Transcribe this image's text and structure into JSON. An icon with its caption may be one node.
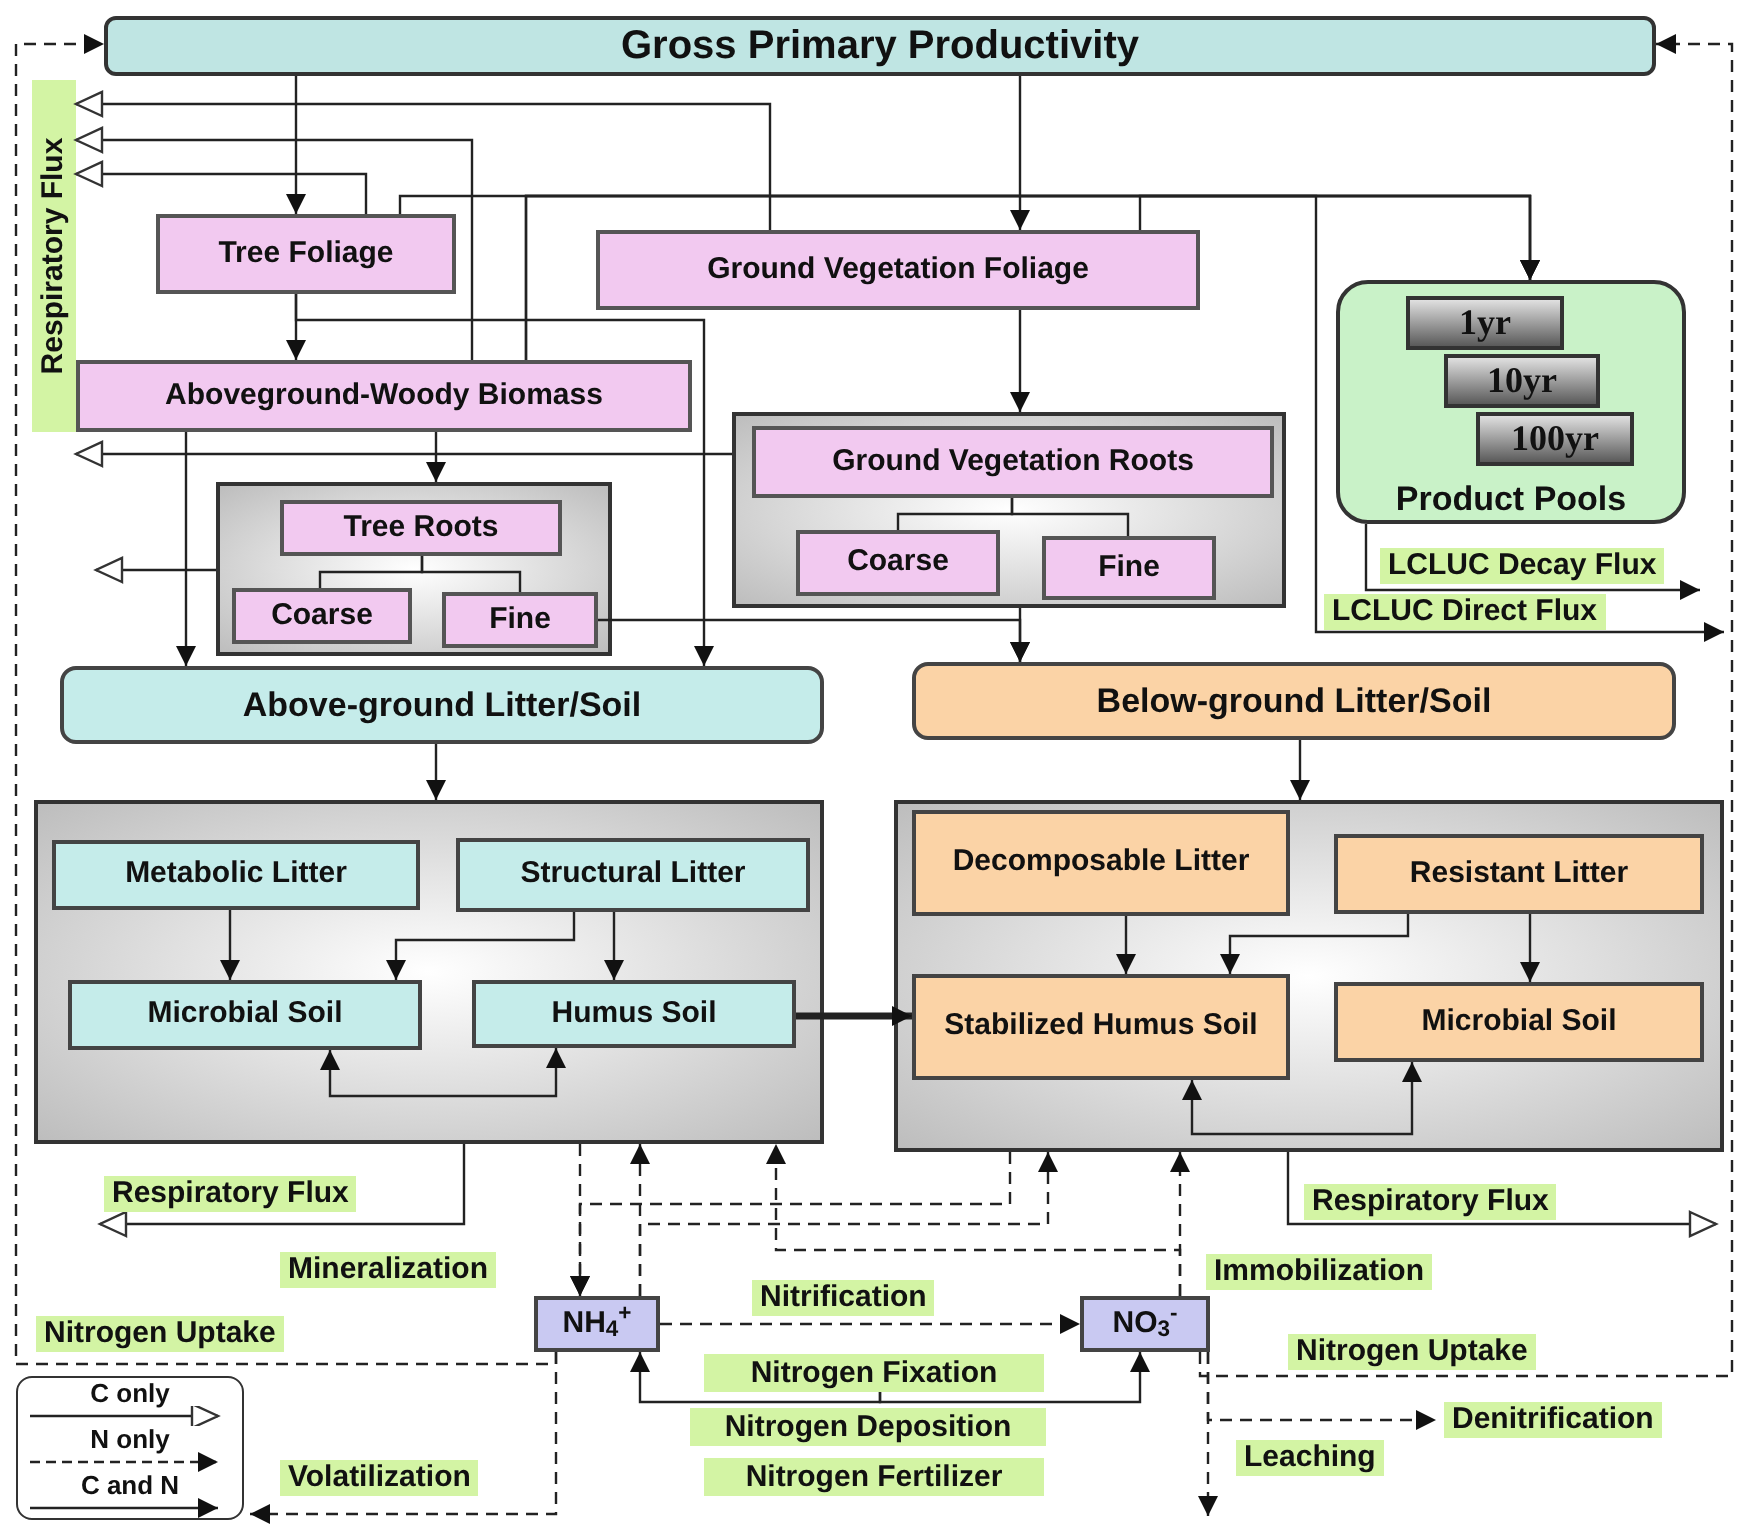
{
  "diagram": {
    "nodes": [
      {
        "text": [
          "Gross Primary Productivity"
        ]
      },
      {
        "text": [
          "Tree Foliage"
        ]
      },
      {
        "text": [
          "Ground Vegetation Foliage"
        ]
      },
      {
        "text": [
          "Aboveground-Woody Biomass"
        ]
      },
      {
        "text": [],
        "shape": "box"
      },
      {
        "text": [
          "Tree Roots"
        ],
        "in": 4
      },
      {
        "text": [
          "Coarse"
        ],
        "in": 4
      },
      {
        "text": [
          "Fine"
        ],
        "in": 4
      },
      {
        "text": [],
        "shape": "box"
      },
      {
        "text": [
          "Ground Vegetation Roots"
        ],
        "in": 8
      },
      {
        "text": [
          "Coarse"
        ],
        "in": 8
      },
      {
        "text": [
          "Fine"
        ],
        "in": 8
      },
      {
        "text": [
          "Product Pools"
        ]
      },
      {
        "text": [
          "1yr"
        ],
        "in": 12
      },
      {
        "text": [
          "10yr"
        ],
        "in": 12
      },
      {
        "text": [
          "100yr"
        ],
        "in": 12
      },
      {
        "text": [
          "Above-ground Litter/Soil"
        ]
      },
      {
        "text": [
          "Below-ground Litter/Soil"
        ]
      },
      {
        "text": [],
        "shape": "box"
      },
      {
        "text": [
          "Metabolic Litter"
        ],
        "in": 18
      },
      {
        "text": [
          "Structural Litter"
        ],
        "in": 18
      },
      {
        "text": [
          "Microbial Soil"
        ],
        "in": 18
      },
      {
        "text": [
          "Humus Soil"
        ],
        "in": 18
      },
      {
        "text": [],
        "shape": "box"
      },
      {
        "text": [
          "Decomposable Litter"
        ],
        "in": 23
      },
      {
        "text": [
          "Resistant Litter"
        ],
        "in": 23
      },
      {
        "text": [
          "Stabilized Humus Soil"
        ],
        "in": 23
      },
      {
        "text": [
          "Microbial Soil"
        ],
        "in": 23
      },
      {
        "text": [
          "NH$_{4}$$^{+}$"
        ]
      },
      {
        "text": [
          "NO$_{3}$$^{-}$"
        ]
      },
      {
        "text": [
          "Respiratory Flux"
        ]
      },
      {
        "text": [
          "Nitrogen Fixation"
        ]
      },
      {
        "text": [
          "Nitrogen Deposition"
        ]
      },
      {
        "text": [
          "Nitrogen Fertilizer"
        ]
      }
    ],
    "edges": [
      {
        "from": 0,
        "to": 1,
        "arrow": "to"
      },
      {
        "from": 0,
        "to": 2,
        "arrow": "to"
      },
      {
        "from": 1,
        "to": 3,
        "arrow": "to"
      },
      {
        "from": 2,
        "to": 8,
        "arrow": "to"
      },
      {
        "from": 3,
        "to": 4,
        "arrow": "to"
      },
      {
        "from": 1,
        "to": 12,
        "arrow": "to"
      },
      {
        "from": 2,
        "to": 12,
        "arrow": "to"
      },
      {
        "from": 3,
        "to": 12,
        "arrow": "to"
      },
      {
        "from": 3,
        "to": null,
        "arrow": "to",
        "label": "LCLUC Direct Flux"
      },
      {
        "from": 12,
        "to": null,
        "arrow": "to",
        "label": "LCLUC Decay Flux"
      },
      {
        "from": 1,
        "to": 30,
        "arrow": "to"
      },
      {
        "from": 3,
        "to": 30,
        "arrow": "to"
      },
      {
        "from": 2,
        "to": 30,
        "arrow": "to"
      },
      {
        "from": 8,
        "to": 30,
        "arrow": "to"
      },
      {
        "from": 4,
        "to": null,
        "arrow": "to"
      },
      {
        "from": 1,
        "to": 16,
        "arrow": "to"
      },
      {
        "from": 3,
        "to": 16,
        "arrow": "to"
      },
      {
        "from": 7,
        "to": 17,
        "arrow": "to"
      },
      {
        "from": 8,
        "to": 17,
        "arrow": "to"
      },
      {
        "from": 16,
        "to": 18,
        "arrow": "to"
      },
      {
        "from": 17,
        "to": 23,
        "arrow": "to"
      },
      {
        "from": 19,
        "to": 21,
        "arrow": "to"
      },
      {
        "from": 20,
        "to": 21,
        "arrow": "to"
      },
      {
        "from": 20,
        "to": 22,
        "arrow": "to"
      },
      {
        "from": 21,
        "to": 22,
        "arrow": "both"
      },
      {
        "from": 22,
        "to": 26,
        "arrow": "to",
        "style": "thick"
      },
      {
        "from": 24,
        "to": 26,
        "arrow": "to"
      },
      {
        "from": 25,
        "to": 26,
        "arrow": "to"
      },
      {
        "from": 25,
        "to": 27,
        "arrow": "to"
      },
      {
        "from": 26,
        "to": 27,
        "arrow": "both"
      },
      {
        "from": 18,
        "to": null,
        "arrow": "to",
        "label": "Respiratory Flux"
      },
      {
        "from": 23,
        "to": null,
        "arrow": "to",
        "label": "Respiratory Flux"
      },
      {
        "from": 18,
        "to": 28,
        "arrow": "to",
        "style": "dashed",
        "label": "Mineralization"
      },
      {
        "from": 23,
        "to": 28,
        "arrow": "to",
        "style": "dashed"
      },
      {
        "from": 28,
        "to": 18,
        "arrow": "to",
        "style": "dashed"
      },
      {
        "from": 28,
        "to": 23,
        "arrow": "to",
        "style": "dashed"
      },
      {
        "from": 29,
        "to": 18,
        "arrow": "to",
        "style": "dashed"
      },
      {
        "from": 29,
        "to": 23,
        "arrow": "to",
        "style": "dashed",
        "label": "Immobilization"
      },
      {
        "from": 28,
        "to": 29,
        "arrow": "to",
        "style": "dashed",
        "label": "Nitrification"
      },
      {
        "from": 28,
        "to": 0,
        "arrow": "to",
        "style": "dashed",
        "label": "Nitrogen Uptake"
      },
      {
        "from": 29,
        "to": 0,
        "arrow": "to",
        "style": "dashed",
        "label": "Nitrogen Uptake"
      },
      {
        "from": 31,
        "to": 28,
        "arrow": "to"
      },
      {
        "from": 31,
        "to": 29,
        "arrow": "to"
      },
      {
        "from": 28,
        "to": null,
        "arrow": "to",
        "style": "dashed",
        "label": "Volatilization"
      },
      {
        "from": 29,
        "to": null,
        "arrow": "to",
        "style": "dashed",
        "label": "Leaching"
      },
      {
        "from": 29,
        "to": null,
        "arrow": "to",
        "style": "dashed",
        "label": "Denitrification"
      },
      {
        "from": 5,
        "to": 6,
        "arrow": "none"
      },
      {
        "from": 5,
        "to": 7,
        "arrow": "none"
      },
      {
        "from": 9,
        "to": 10,
        "arrow": "none"
      },
      {
        "from": 9,
        "to": 11,
        "arrow": "none"
      }
    ],
    "legend": [
      {
        "text": "C only"
      },
      {
        "text": "N only"
      },
      {
        "text": "C and N"
      }
    ]
  }
}
